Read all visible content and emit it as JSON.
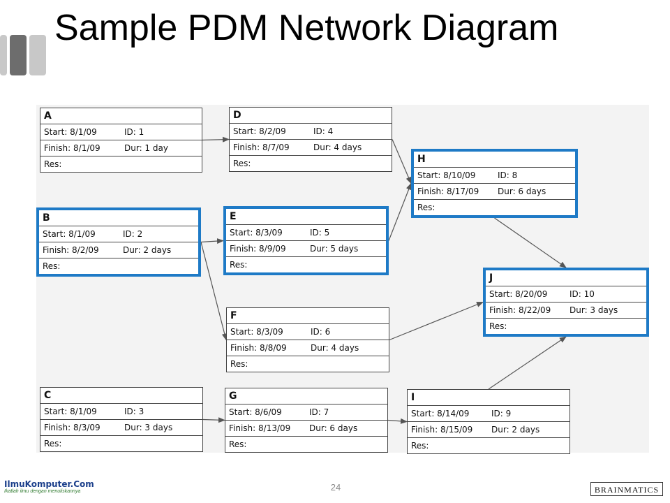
{
  "title": "Sample PDM Network Diagram",
  "page_number": "24",
  "footer": {
    "left_logo": "IlmuKomputer.Com",
    "left_tagline": "Ikatlah ilmu dengan menuliskannya",
    "right_logo": "BRAINMATICS"
  },
  "colors": {
    "critical_border": "#1e7ac6",
    "arrow": "#555555"
  },
  "nodes": [
    {
      "name": "A",
      "start": "Start:  8/1/09",
      "id": "ID:   1",
      "finish": "Finish: 8/1/09",
      "dur": "Dur: 1 day",
      "res": "Res:",
      "critical": false
    },
    {
      "name": "B",
      "start": "Start:  8/1/09",
      "id": "ID:   2",
      "finish": "Finish: 8/2/09",
      "dur": "Dur: 2 days",
      "res": "Res:",
      "critical": true
    },
    {
      "name": "C",
      "start": "Start:  8/1/09",
      "id": "ID:   3",
      "finish": "Finish: 8/3/09",
      "dur": "Dur: 3 days",
      "res": "Res:",
      "critical": false
    },
    {
      "name": "D",
      "start": "Start:  8/2/09",
      "id": "ID:   4",
      "finish": "Finish: 8/7/09",
      "dur": "Dur: 4 days",
      "res": "Res:",
      "critical": false
    },
    {
      "name": "E",
      "start": "Start:  8/3/09",
      "id": "ID:   5",
      "finish": "Finish: 8/9/09",
      "dur": "Dur: 5 days",
      "res": "Res:",
      "critical": true
    },
    {
      "name": "F",
      "start": "Start:  8/3/09",
      "id": "ID:   6",
      "finish": "Finish: 8/8/09",
      "dur": "Dur: 4 days",
      "res": "Res:",
      "critical": false
    },
    {
      "name": "G",
      "start": "Start:  8/6/09",
      "id": "ID:   7",
      "finish": "Finish: 8/13/09",
      "dur": "Dur: 6 days",
      "res": "Res:",
      "critical": false
    },
    {
      "name": "H",
      "start": "Start:  8/10/09",
      "id": "ID:   8",
      "finish": "Finish: 8/17/09",
      "dur": "Dur: 6 days",
      "res": "Res:",
      "critical": true
    },
    {
      "name": "I",
      "start": "Start:  8/14/09",
      "id": "ID:   9",
      "finish": "Finish: 8/15/09",
      "dur": "Dur: 2 days",
      "res": "Res:",
      "critical": false
    },
    {
      "name": "J",
      "start": "Start:  8/20/09",
      "id": "ID:   10",
      "finish": "Finish: 8/22/09",
      "dur": "Dur: 3 days",
      "res": "Res:",
      "critical": true
    }
  ],
  "edges": [
    {
      "from": "A",
      "to": "D"
    },
    {
      "from": "B",
      "to": "E"
    },
    {
      "from": "B",
      "to": "F"
    },
    {
      "from": "C",
      "to": "G"
    },
    {
      "from": "D",
      "to": "H"
    },
    {
      "from": "E",
      "to": "H"
    },
    {
      "from": "F",
      "to": "J"
    },
    {
      "from": "G",
      "to": "I"
    },
    {
      "from": "H",
      "to": "J"
    },
    {
      "from": "I",
      "to": "J"
    }
  ]
}
